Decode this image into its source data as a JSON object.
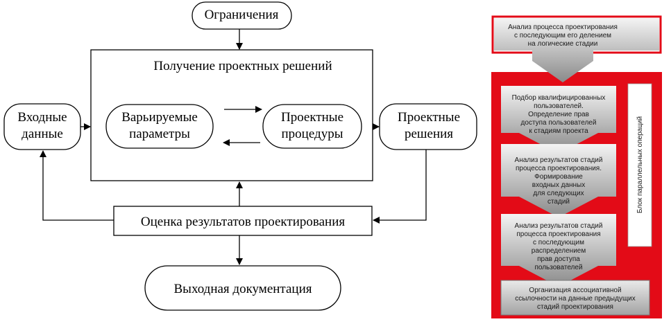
{
  "left_diagram": {
    "constraints": "Ограничения",
    "main_block_title": "Получение проектных решений",
    "input_data": [
      "Входные",
      "данные"
    ],
    "varied_params": [
      "Варьируемые",
      "параметры"
    ],
    "design_procedures": [
      "Проектные",
      "процедуры"
    ],
    "design_solutions": [
      "Проектные",
      "решения"
    ],
    "evaluation": "Оценка результатов проектирования",
    "output_docs": "Выходная документация"
  },
  "right_diagram": {
    "top_step": [
      "Анализ процесса проектирования",
      "с последующим его делением",
      "на логические стадии"
    ],
    "step1": [
      "Подбор квалифицированных",
      "пользователей.",
      "Определение прав",
      "доступа пользователей",
      "к стадиям проекта"
    ],
    "step2": [
      "Анализ результатов стадий",
      "процесса проектирования.",
      "Формирование",
      "входных данных",
      "для следующих",
      "стадий"
    ],
    "step3": [
      "Анализ результатов стадий",
      "процесса проектирования",
      "с последующим",
      "распределением",
      "прав доступа",
      "пользователей"
    ],
    "step4": [
      "Организация ассоциативной",
      "ссылочности на данные предыдущих",
      "стадий проектирования"
    ],
    "side_block": "Блок параллельных операций"
  },
  "colors": {
    "frame_red": "#e30b17",
    "arrow_gray_light": "#f4f4f4",
    "arrow_gray_dark": "#8a8a8a",
    "line": "#000000"
  }
}
